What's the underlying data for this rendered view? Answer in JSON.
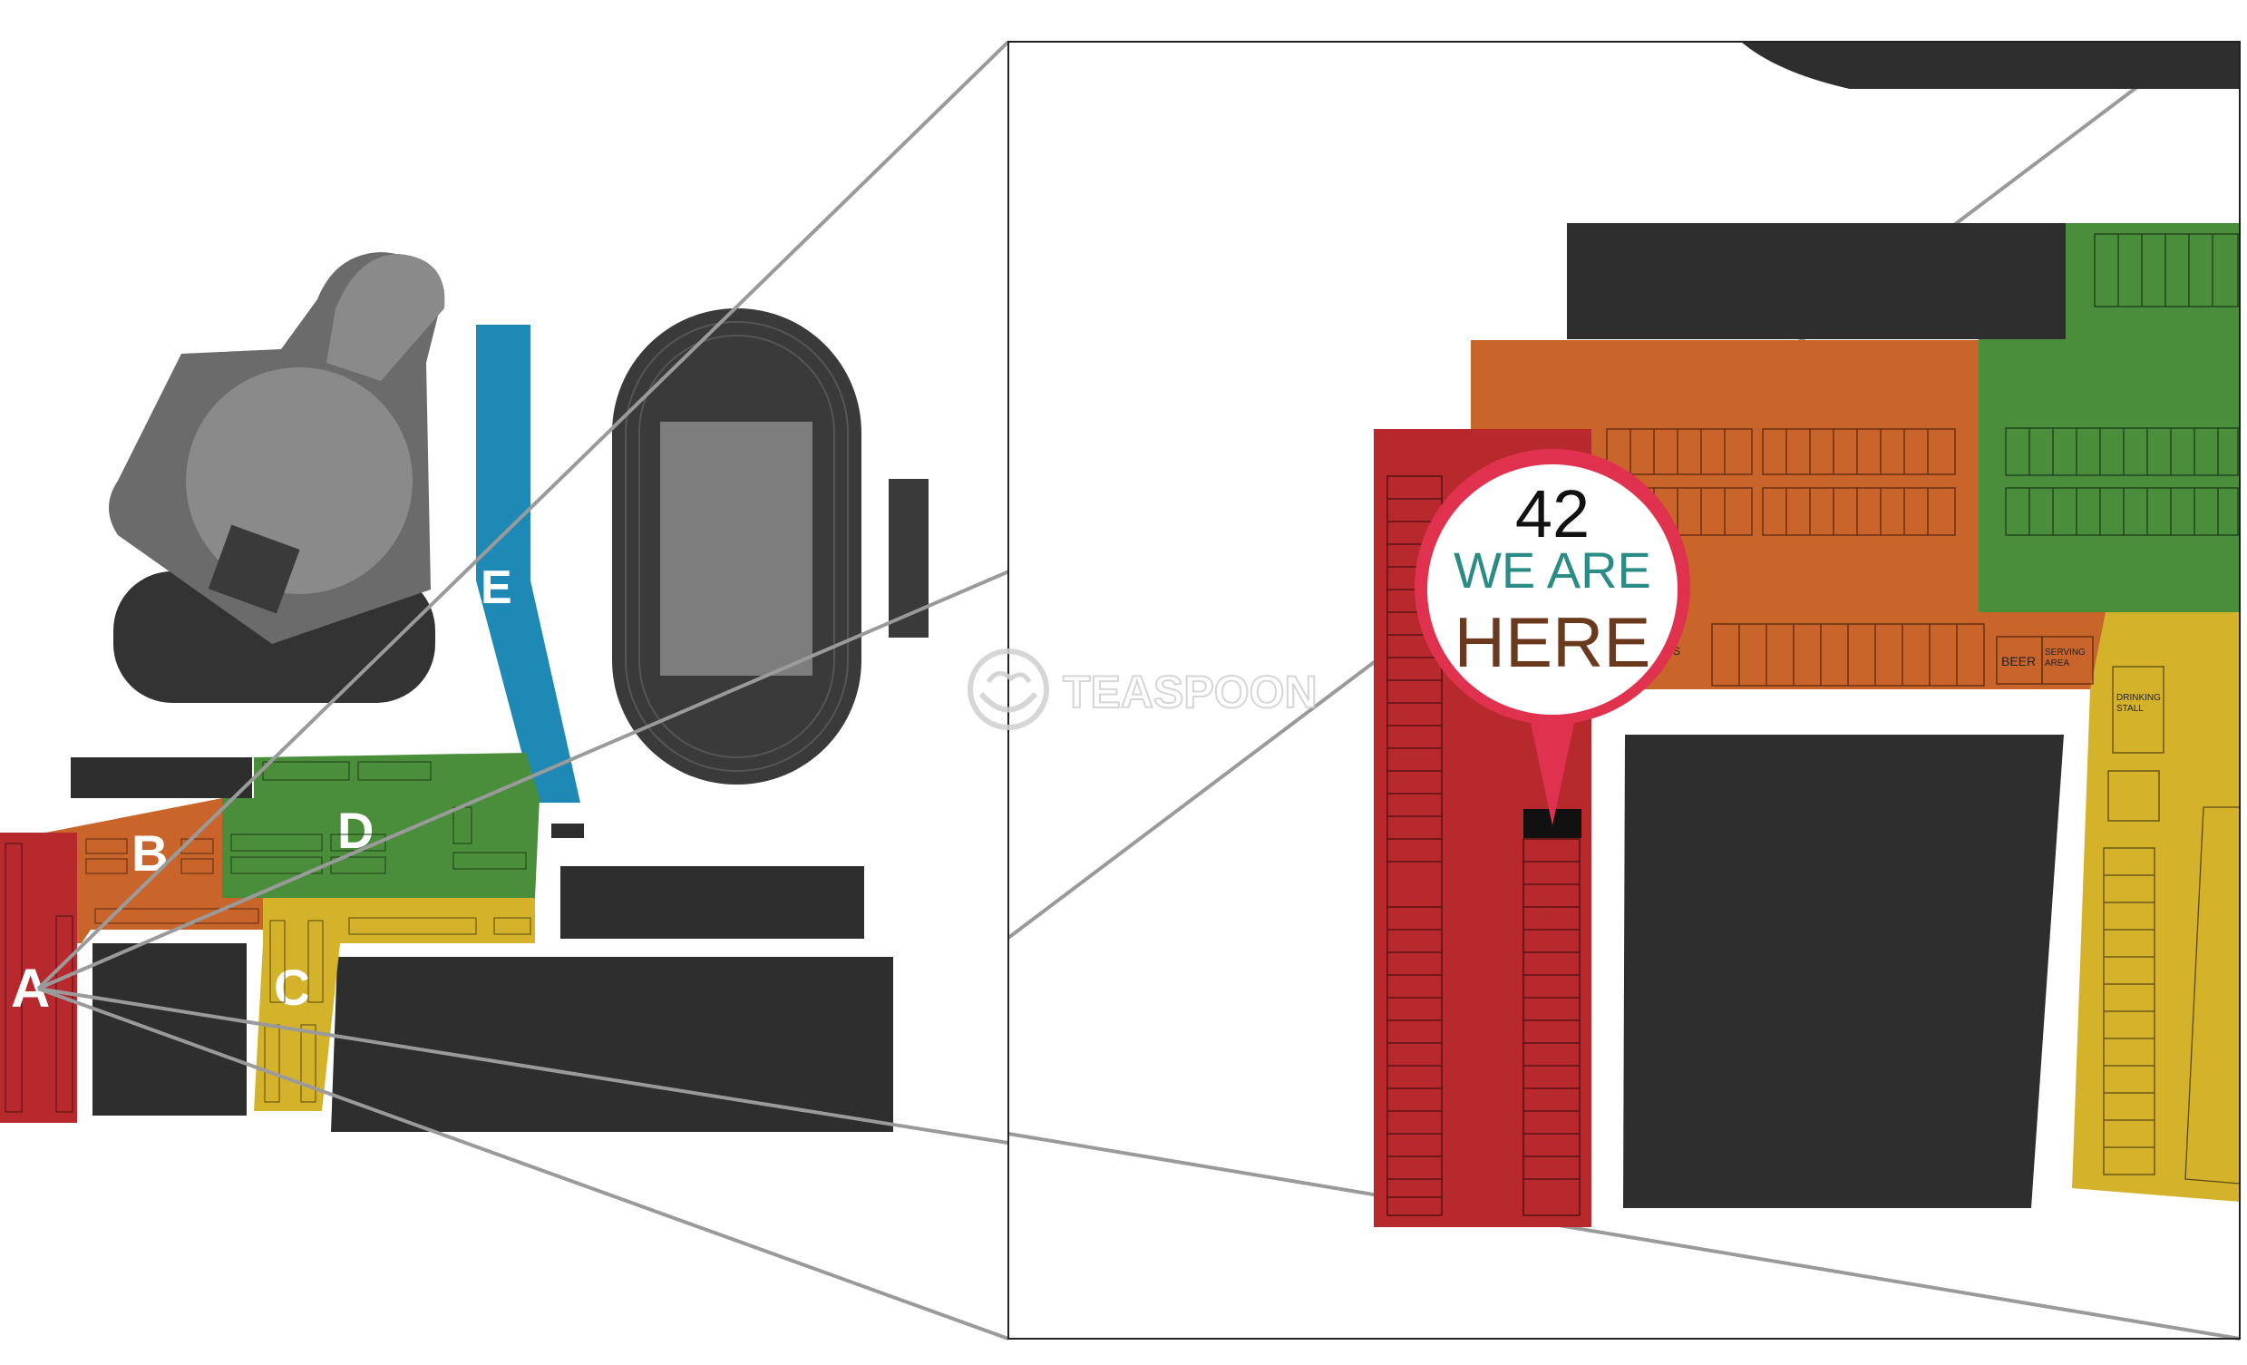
{
  "zones": {
    "a": {
      "label": "A",
      "color": "#b8292e"
    },
    "b": {
      "label": "B",
      "color": "#c9652b"
    },
    "c": {
      "label": "C",
      "color": "#d4b22a"
    },
    "d": {
      "label": "D",
      "color": "#4a8e3c"
    },
    "e": {
      "label": "E",
      "color": "#1e89b5"
    }
  },
  "colors": {
    "building": "#2e2e2e",
    "grey_dark": "#555555",
    "grey_mid": "#6b6b6b",
    "grey_light": "#8a8a8a",
    "track": "#3a3a3a",
    "field": "#7d7d7d",
    "pin_border": "#e0324f",
    "pin_number": "#111111",
    "pin_line1": "#2a8c84",
    "pin_line2": "#6b3a1e"
  },
  "inset": {
    "labels": {
      "beer": "BEER",
      "serving_area_line1": "SERVING",
      "serving_area_line2": "AREA",
      "drinking_stall_line1": "DRINKING",
      "drinking_stall_line2": "STALL",
      "cut_off_text": "S"
    }
  },
  "pin": {
    "number": "42",
    "line1": "WE ARE",
    "line2": "HERE"
  },
  "watermark": {
    "text": "TEASPOON",
    "icon": "teaspoon-logo-icon"
  }
}
